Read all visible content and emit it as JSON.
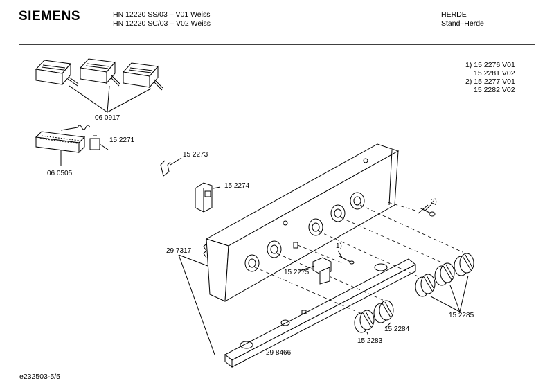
{
  "header": {
    "brand": "SIEMENS",
    "model_line_1": "HN 12220 SS/03 – V01 Weiss",
    "model_line_2": "HN 12220 SC/03 – V02 Weiss",
    "category_1": "HERDE",
    "category_2": "Stand–Herde"
  },
  "variants": [
    "1) 15 2276 V01",
    "15 2281 V02",
    "2) 15 2277 V01",
    "15 2282 V02"
  ],
  "parts": {
    "p060917": "06 0917",
    "p152271": "15 2271",
    "p060505": "06 0505",
    "p152273": "15 2273",
    "p152274": "15 2274",
    "p297317": "29 7317",
    "p152275": "15 2275",
    "p298466": "29 8466",
    "p152283": "15 2283",
    "p152284": "15 2284",
    "p152285": "15 2285"
  },
  "callouts": {
    "c1": "1)",
    "c2": "2)"
  },
  "footer": {
    "doc_id": "e232503-5/5"
  }
}
